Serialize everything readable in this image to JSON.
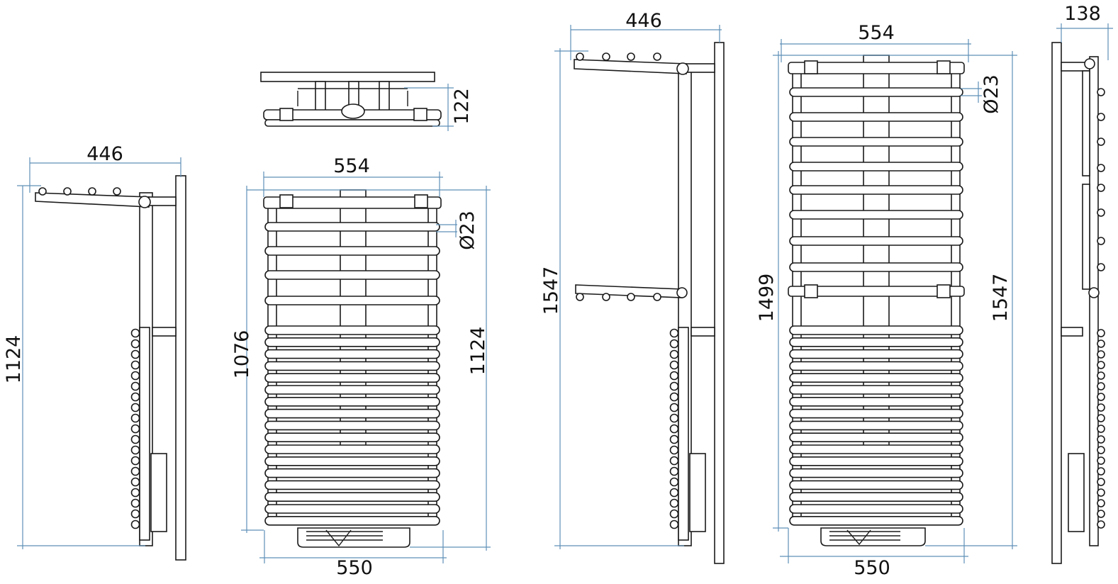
{
  "dimensions": {
    "side_small_width": "446",
    "side_small_height": "1124",
    "plan_depth": "122",
    "front_small_width_top": "554",
    "front_small_width_bottom": "550",
    "front_small_height_inner": "1076",
    "front_small_height_total": "1124",
    "front_small_tube": "Ø23",
    "side_tall_width": "446",
    "side_tall_height": "1547",
    "front_tall_width_top": "554",
    "front_tall_width_bottom": "550",
    "front_tall_height_inner": "1499",
    "front_tall_height_total": "1547",
    "front_tall_tube": "Ø23",
    "side_narrow_depth": "138"
  },
  "colors": {
    "dimension_line": "#5f90b8",
    "outline": "#1a1a1a"
  }
}
